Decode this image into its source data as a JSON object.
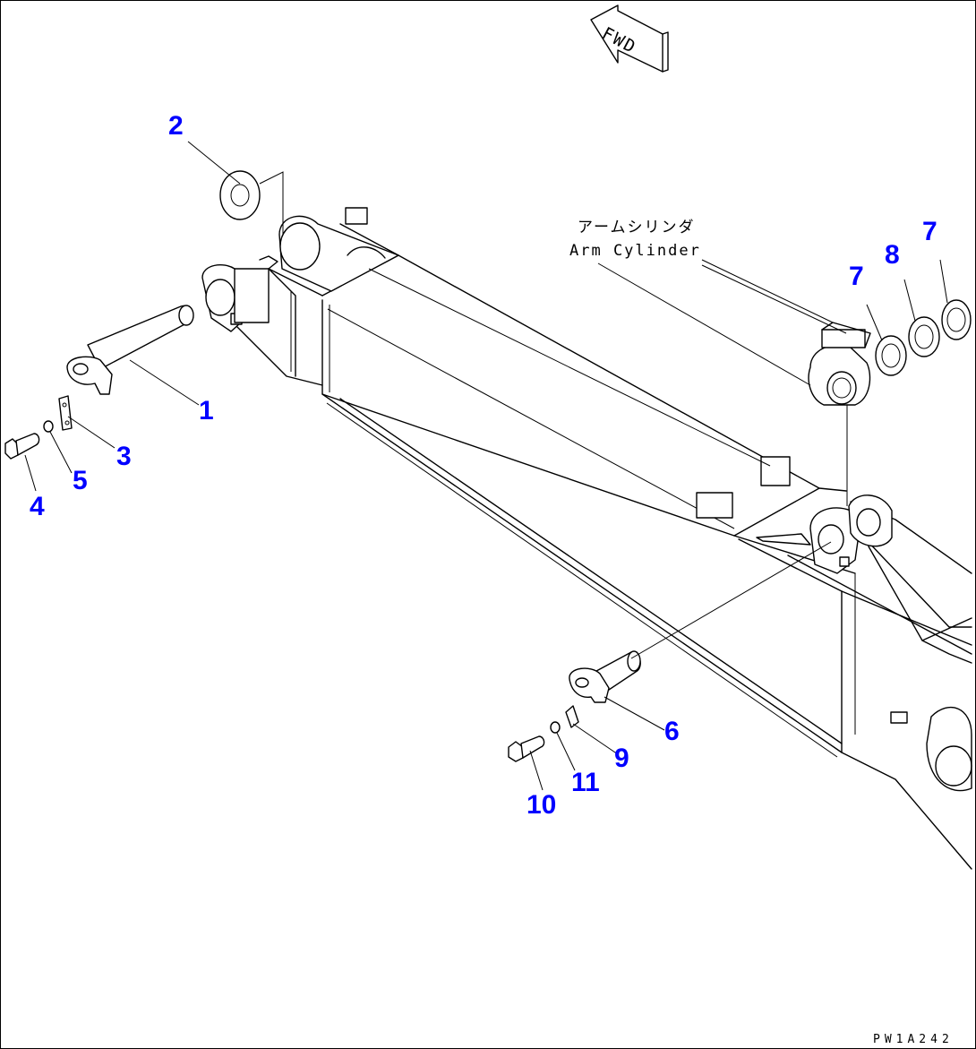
{
  "diagram": {
    "direction_label": "FWD",
    "cylinder_label_jp": "アームシリンダ",
    "cylinder_label_en": "Arm Cylinder",
    "drawing_code": "PW1A242",
    "callouts": {
      "c1": "1",
      "c2": "2",
      "c3": "3",
      "c4": "4",
      "c5": "5",
      "c6": "6",
      "c7a": "7",
      "c7b": "7",
      "c8": "8",
      "c9": "9",
      "c10": "10",
      "c11": "11"
    },
    "colors": {
      "callout": "#0000ff",
      "line": "#000000",
      "background": "#ffffff"
    }
  }
}
